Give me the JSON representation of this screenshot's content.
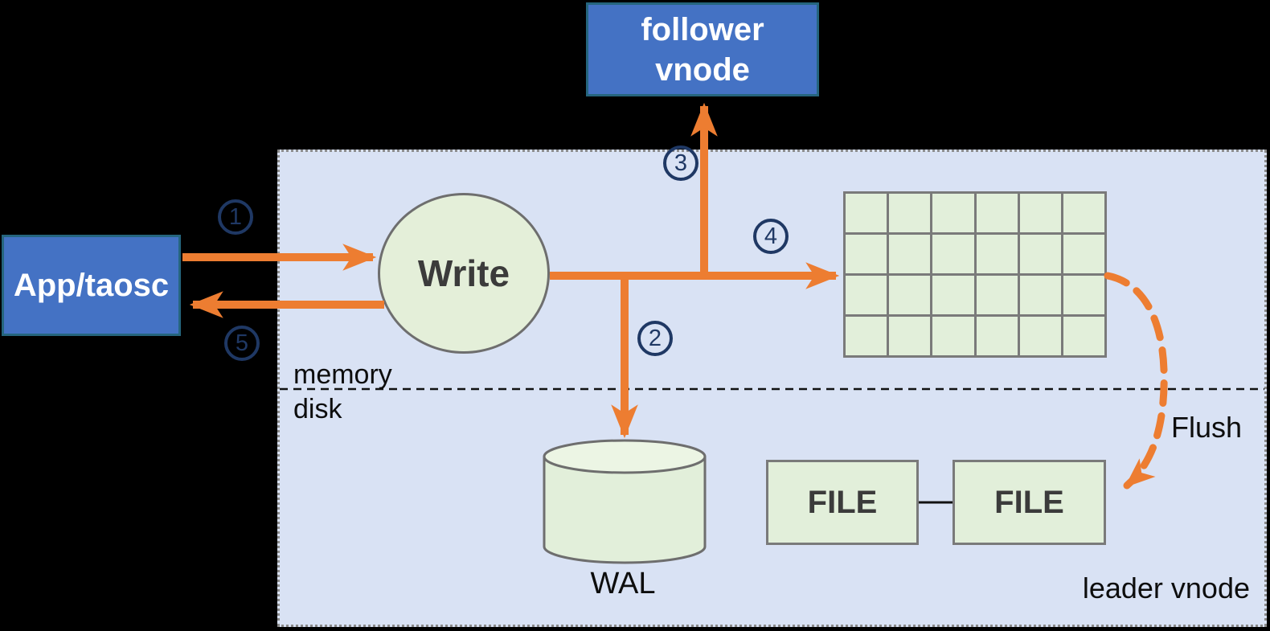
{
  "diagram": {
    "type": "flow-diagram",
    "subject": "vnode write flow",
    "nodes": {
      "app": {
        "label": "App/taosc"
      },
      "follower": {
        "label": "follower vnode"
      },
      "write": {
        "label": "Write"
      },
      "wal": {
        "label": "WAL"
      },
      "file1": {
        "label": "FILE"
      },
      "file2": {
        "label": "FILE"
      }
    },
    "labels": {
      "memory": "memory",
      "disk": "disk",
      "flush": "Flush",
      "leader": "leader vnode"
    },
    "steps": [
      {
        "number": "1"
      },
      {
        "number": "2"
      },
      {
        "number": "3"
      },
      {
        "number": "4"
      },
      {
        "number": "5"
      }
    ],
    "memtable_grid": {
      "rows": 4,
      "cols": 6
    },
    "colors": {
      "arrow_orange": "#ED7D31",
      "node_blue": "#4472C4",
      "node_blue_border": "#25657E",
      "step_navy": "#1F3864",
      "shape_light_green": "#E2EFDA",
      "container_lavender": "#D9E2F4",
      "shape_border_gray": "#757575",
      "background": "#000000"
    }
  }
}
